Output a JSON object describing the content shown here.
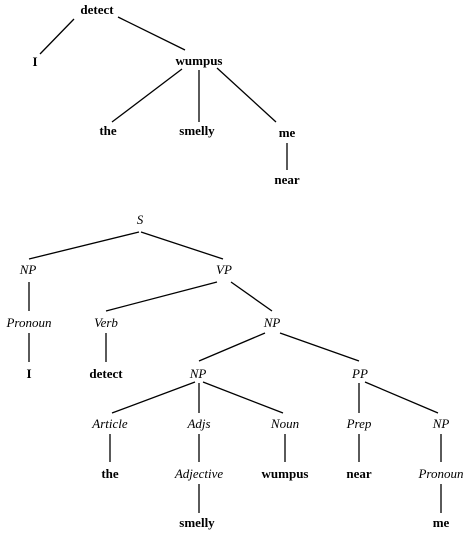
{
  "dependency_tree": {
    "root": "detect",
    "subject": "I",
    "object": "wumpus",
    "det": "the",
    "adj": "smelly",
    "pp_head": "me",
    "pp_mod": "near"
  },
  "parse_tree": {
    "s": "S",
    "np_subj": "NP",
    "vp": "VP",
    "pronoun_subj": "Pronoun",
    "word_i": "I",
    "verb": "Verb",
    "word_detect": "detect",
    "np_obj": "NP",
    "np_inner": "NP",
    "pp": "PP",
    "article": "Article",
    "adjs": "Adjs",
    "noun": "Noun",
    "prep": "Prep",
    "np_pp": "NP",
    "word_the": "the",
    "adjective": "Adjective",
    "word_wumpus": "wumpus",
    "word_near": "near",
    "pronoun_pp": "Pronoun",
    "word_smelly": "smelly",
    "word_me": "me"
  }
}
